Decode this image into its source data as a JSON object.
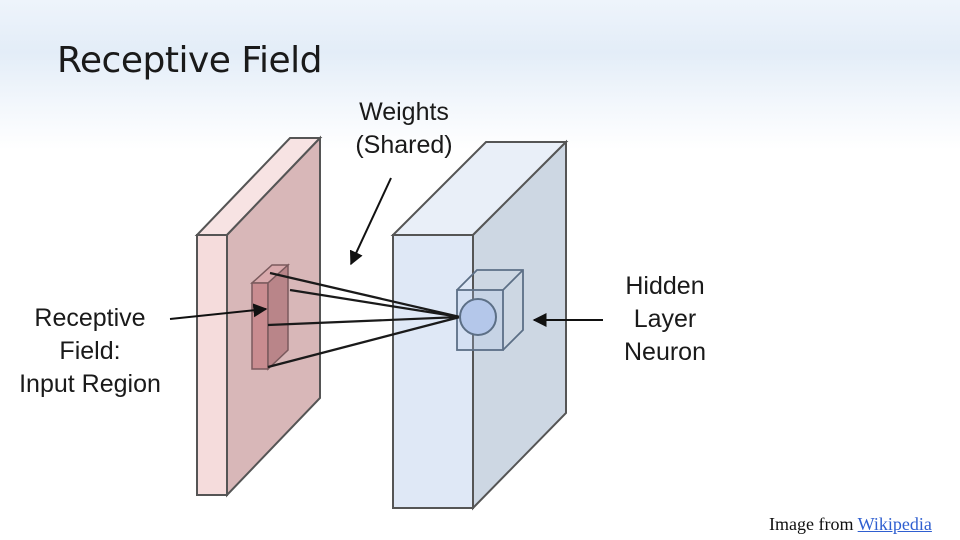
{
  "slide": {
    "title": "Receptive Field"
  },
  "labels": {
    "weights_line1": "Weights",
    "weights_line2": "(Shared)",
    "receptive_line1": "Receptive",
    "receptive_line2": "Field:",
    "receptive_line3": "Input Region",
    "hidden_line1": "Hidden",
    "hidden_line2": "Layer",
    "hidden_line3": "Neuron"
  },
  "credit": {
    "prefix": "Image from",
    "link_text": "Wikipedia"
  },
  "colors": {
    "input_front": "#d8b7b8",
    "input_side": "#f5dcdc",
    "input_top": "#f7e3e3",
    "hidden_front": "#dfe8f6",
    "hidden_side": "#cdd7e3",
    "hidden_top": "#e9eff8",
    "neuron": "#b4c7ea",
    "link": "#2f5fd0"
  }
}
